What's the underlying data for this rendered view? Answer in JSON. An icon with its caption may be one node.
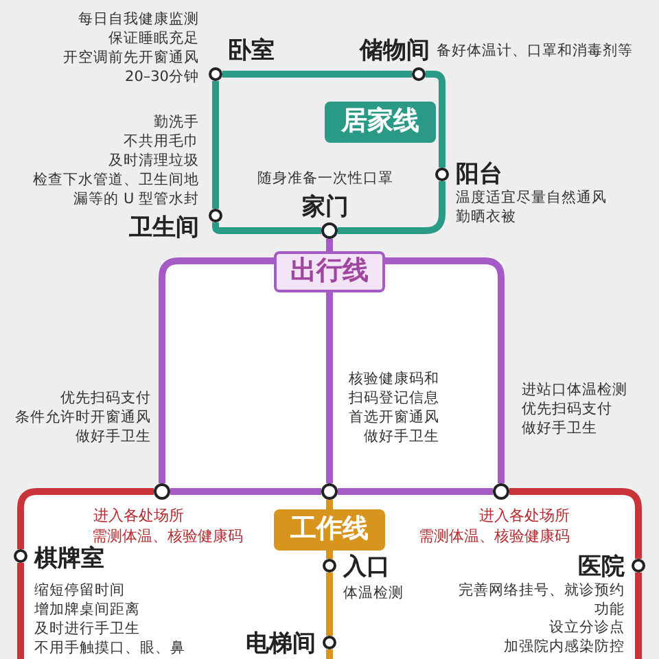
{
  "diagram": {
    "nodes": [
      {
        "text": [],
        "shape": "circle"
      },
      {
        "text": [],
        "shape": "circle"
      },
      {
        "text": [],
        "shape": "circle"
      },
      {
        "text": [],
        "shape": "circle"
      },
      {
        "text": [],
        "shape": "circle"
      },
      {
        "text": [],
        "shape": "circle"
      },
      {
        "text": [],
        "shape": "circle"
      },
      {
        "text": [],
        "shape": "circle"
      },
      {
        "text": [],
        "shape": "circle"
      },
      {
        "text": [],
        "shape": "circle"
      },
      {
        "text": [],
        "shape": "circle"
      },
      {
        "text": [],
        "shape": "circle"
      }
    ],
    "edges": [
      {
        "from": 0,
        "to": 1,
        "arrow": "none",
        "color": "#2a9a86"
      },
      {
        "from": 1,
        "to": 2,
        "arrow": "none",
        "color": "#2a9a86"
      },
      {
        "from": 2,
        "to": 4,
        "arrow": "none",
        "color": "#2a9a86"
      },
      {
        "from": 4,
        "to": 3,
        "arrow": "none",
        "color": "#2a9a86"
      },
      {
        "from": 3,
        "to": 0,
        "arrow": "none",
        "color": "#2a9a86"
      },
      {
        "from": 4,
        "to": 5,
        "arrow": "none",
        "color": "#a45bc6"
      },
      {
        "from": 4,
        "to": 6,
        "arrow": "none",
        "color": "#a45bc6"
      },
      {
        "from": 4,
        "to": 7,
        "arrow": "none",
        "color": "#a45bc6"
      },
      {
        "from": 5,
        "to": 6,
        "arrow": "none",
        "color": "#a45bc6"
      },
      {
        "from": 6,
        "to": 7,
        "arrow": "none",
        "color": "#a45bc6"
      },
      {
        "from": 6,
        "to": 9,
        "arrow": "none",
        "color": "#d8951e"
      },
      {
        "from": 9,
        "to": 11,
        "arrow": "none",
        "color": "#d8951e"
      },
      {
        "from": 11,
        "to": null,
        "arrow": "none",
        "color": "#d8951e"
      },
      {
        "from": 5,
        "to": 8,
        "arrow": "none",
        "color": "#c9343a"
      },
      {
        "from": 8,
        "to": null,
        "arrow": "none",
        "color": "#c9343a"
      },
      {
        "from": 7,
        "to": 10,
        "arrow": "none",
        "color": "#c9343a"
      },
      {
        "from": 10,
        "to": null,
        "arrow": "none",
        "color": "#c9343a"
      }
    ],
    "labels": [
      "每日自我健康监测",
      "保证睡眠充足",
      "开空调前先开窗通风",
      "20–30分钟",
      "卧室",
      "储物间",
      "备好体温计、口罩和消毒剂等",
      "居家线",
      "勤洗手",
      "不共用毛巾",
      "及时清理垃圾",
      "检查下水管道、卫生间地漏等的 U 型管水封",
      "阳台",
      "温度适宜尽量自然通风",
      "勤晒衣被",
      "随身准备一次性口罩",
      "家门",
      "卫生间",
      "出行线",
      "优先扫码支付",
      "条件允许时开窗通风",
      "做好手卫生",
      "核验健康码和扫码登记信息",
      "首选开窗通风",
      "做好手卫生",
      "进站口体温检测",
      "优先扫码支付",
      "做好手卫生",
      "进入各处场所",
      "需测体温、核验健康码",
      "工作线",
      "进入各处场所",
      "需测体温、核验健康码",
      "棋牌室",
      "入口",
      "医院",
      "缩短停留时间",
      "体温检测",
      "完善网络挂号、就诊预约功能",
      "增加牌桌间距离",
      "设立分诊点",
      "及时进行手卫生",
      "加强院内感染防控",
      "不用手触摸口、眼、鼻",
      "电梯间"
    ]
  }
}
